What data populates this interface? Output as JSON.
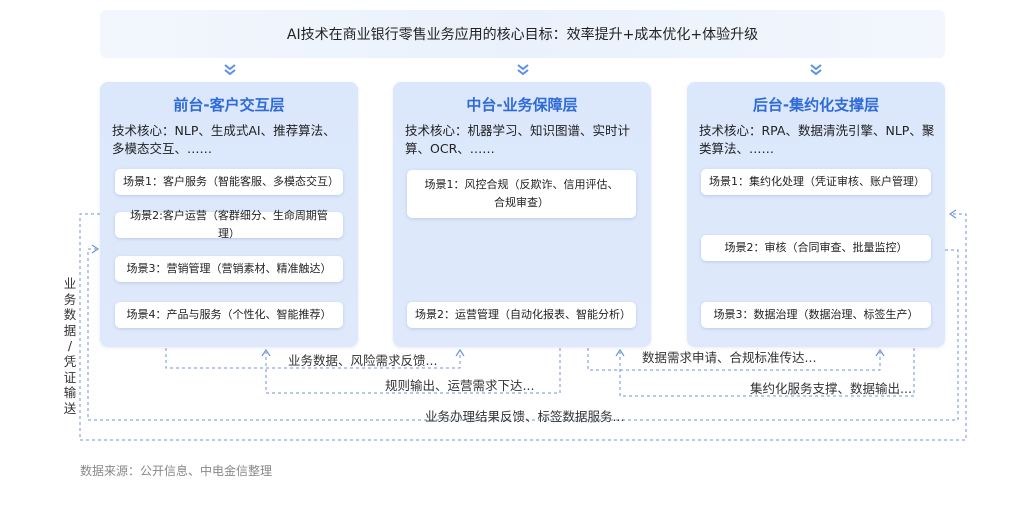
{
  "banner": {
    "text": "AI技术在商业银行零售业务应用的核心目标：效率提升+成本优化+体验升级"
  },
  "panels": [
    {
      "title": "前台-客户交互层",
      "core": "技术核心：NLP、生成式AI、推荐算法、多模态交互、……",
      "scenes": [
        "场景1：客户服务（智能客服、多模态交互）",
        "场景2:客户运营（客群细分、生命周期管理）",
        "场景3：营销管理（营销素材、精准触达）",
        "场景4：产品与服务（个性化、智能推荐）"
      ]
    },
    {
      "title": "中台-业务保障层",
      "core": "技术核心：机器学习、知识图谱、实时计算、OCR、……",
      "scenes": [
        "场景1：风控合规（反欺诈、信用评估、合规审查）",
        "场景2：运营管理（自动化报表、智能分析）"
      ]
    },
    {
      "title": "后台-集约化支撑层",
      "core": "技术核心：RPA、数据清洗引擎、NLP、聚类算法、……",
      "scenes": [
        "场景1：集约化处理（凭证审核、账户管理）",
        "场景2：审核（合同审查、批量监控）",
        "场景3：数据治理（数据治理、标签生产）"
      ]
    }
  ],
  "flows": {
    "front_mid_up": "业务数据、风险需求反馈...",
    "front_mid_down": "规则输出、运营需求下达...",
    "mid_back_up": "数据需求申请、合规标准传达...",
    "mid_back_down": "集约化服务支撑、数据输出...",
    "back_front": "业务办理结果反馈、标签数据服务...",
    "vertical": [
      "业",
      "务",
      "数",
      "据",
      "/",
      "凭",
      "证",
      "输",
      "送"
    ]
  },
  "source": "数据来源：公开信息、中电金信整理",
  "colors": {
    "accent": "#2f6bd8",
    "panel_bg": "#dde8fb",
    "arrow": "#5b8fe6",
    "dash": "#6f94d8"
  }
}
